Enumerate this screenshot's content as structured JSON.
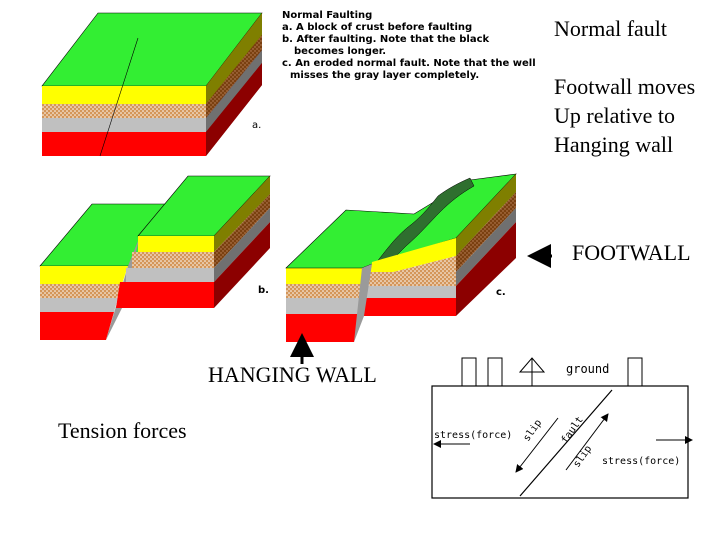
{
  "caption": {
    "title": "Normal Faulting",
    "line_a": "a. A block of crust before faulting",
    "line_b1": "b. After faulting. Note that the black",
    "line_b2": "becomes longer.",
    "line_c1": "c. An eroded normal fault. Note that the well",
    "line_c2": "misses the gray layer completely."
  },
  "heading": {
    "title": "Normal fault",
    "desc_line1": "Footwall moves",
    "desc_line2": "Up relative to",
    "desc_line3": "Hanging wall"
  },
  "block_labels": {
    "a": "a.",
    "b": "b.",
    "c": "c."
  },
  "labels": {
    "footwall": "FOOTWALL",
    "hanging_wall": "HANGING WALL",
    "tension": "Tension forces"
  },
  "stress_diagram": {
    "ground": "ground",
    "stress_left": "stress(force)",
    "stress_right": "stress(force)",
    "slip_1": "slip",
    "fault": "fault",
    "slip_2": "slip"
  },
  "colors": {
    "grass": "#33ee33",
    "grass_side": "#1a8a1a",
    "yellow": "#ffff00",
    "yellow_side": "#7f7f00",
    "brown": "#c8884a",
    "brown_side": "#7a4010",
    "gray": "#c0c0c0",
    "gray_side": "#707070",
    "red": "#ff0000",
    "red_side": "#8c0000",
    "rubble": "#2f6f2f"
  }
}
